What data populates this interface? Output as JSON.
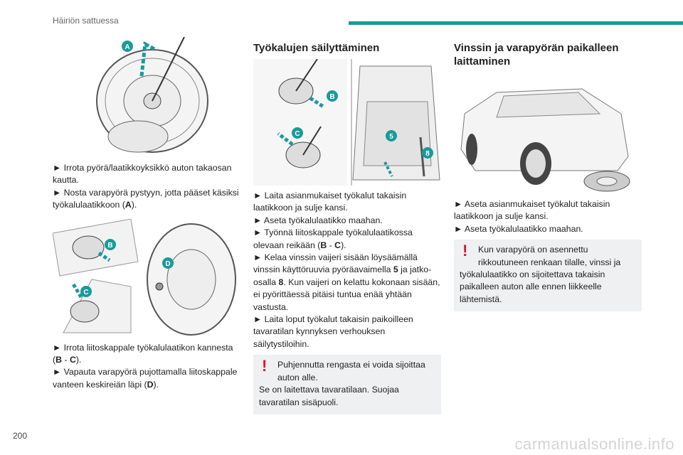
{
  "header": {
    "section": "Häiriön sattuessa",
    "page_number": "200",
    "watermark": "carmanualsonline.info"
  },
  "colors": {
    "accent": "#1a9a9a",
    "warning": "#e0102f",
    "note_bg": "#eef0f1"
  },
  "col1": {
    "fig1_label": "A",
    "p1": "► Irrota pyörä/laatikkoyksikkö auton takaosan kautta.",
    "p2a": "► Nosta varapyörä pystyyn, jotta pääset käsiksi työkalulaatikkoon (",
    "p2b": "A",
    "p2c": ").",
    "fig2_labels": [
      "B",
      "C",
      "D"
    ],
    "p3a": "► Irrota liitoskappale työkalulaatikon kannesta (",
    "p3b": "B",
    "p3c": " - ",
    "p3d": "C",
    "p3e": ").",
    "p4a": "► Vapauta varapyörä pujottamalla liitoskappale vanteen keskireiän läpi (",
    "p4b": "D",
    "p4c": ")."
  },
  "col2": {
    "title": "Työkalujen säilyttäminen",
    "fig_labels": [
      "B",
      "C",
      "5",
      "8"
    ],
    "p1": "► Laita asianmukaiset työkalut takaisin laatikkoon ja sulje kansi.",
    "p2": "► Aseta työkalulaatikko maahan.",
    "p3a": "► Työnnä liitoskappale työkalulaatikossa olevaan reikään (",
    "p3b": "B",
    "p3c": " - ",
    "p3d": "C",
    "p3e": ").",
    "p4a": "► Kelaa vinssin vaijeri sisään löysäämällä vinssin käyttöruuvia pyöräavaimella ",
    "p4b": "5",
    "p4c": " ja jatko-osalla ",
    "p4d": "8",
    "p4e": ". Kun vaijeri on kelattu kokonaan sisään, ei pyörittäessä pitäisi tuntua enää yhtään vastusta.",
    "p5": "► Laita loput työkalut takaisin paikoilleen tavaratilan kynnyksen verhouksen säilytystiloihin.",
    "note_a": "Puhjennutta rengasta ei voida sijoittaa auton alle.",
    "note_b": "Se on laitettava tavaratilaan. Suojaa tavaratilan sisäpuoli."
  },
  "col3": {
    "title": "Vinssin ja varapyörän paikalleen laittaminen",
    "p1": "► Aseta asianmukaiset työkalut takaisin laatikkoon ja sulje kansi.",
    "p2": "► Aseta työkalulaatikko maahan.",
    "note_a": "Kun varapyörä on asennettu rikkoutuneen renkaan tilalle, vinssi ja",
    "note_b": "työkalulaatikko on sijoitettava takaisin paikalleen auton alle ennen liikkeelle lähtemistä."
  }
}
